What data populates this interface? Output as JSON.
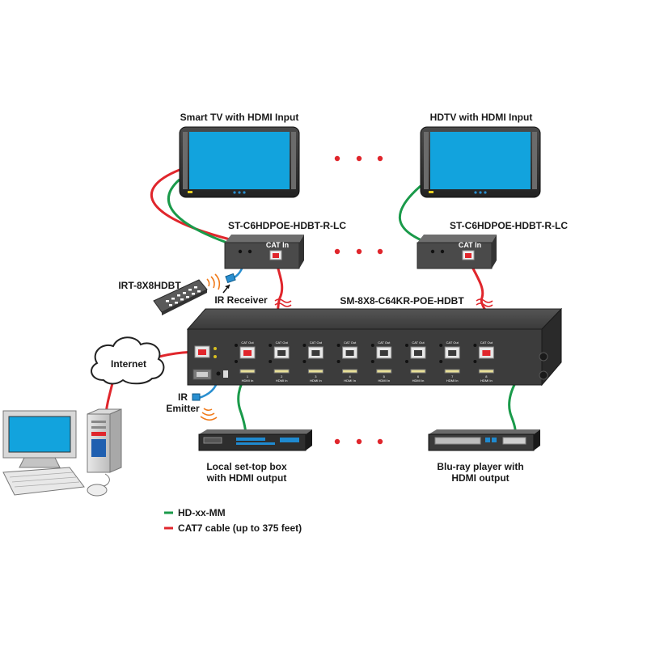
{
  "labels": {
    "smart_tv": "Smart TV with HDMI Input",
    "hdtv": "HDTV with HDMI Input",
    "receiver_left": "ST-C6HDPOE-HDBT-R-LC",
    "receiver_right": "ST-C6HDPOE-HDBT-R-LC",
    "cat_in": "CAT In",
    "remote": "IRT-8X8HDBT",
    "ir_receiver": "IR Receiver",
    "matrix": "SM-8X8-C64KR-POE-HDBT",
    "internet": "Internet",
    "ir_emitter_line1": "IR",
    "ir_emitter_line2": "Emitter",
    "settop_line1": "Local set-top box",
    "settop_line2": "with HDMI output",
    "bluray_line1": "Blu-ray player with",
    "bluray_line2": "HDMI output"
  },
  "ports": {
    "cat_out": "CAT Out",
    "hdmi_in": "HDMI In",
    "numbers": [
      "1",
      "2",
      "3",
      "4",
      "5",
      "6",
      "7",
      "8"
    ]
  },
  "legend": [
    {
      "label": "HD-xx-MM",
      "color": "#1a9a4a"
    },
    {
      "label": "CAT7 cable (up to 375 feet)",
      "color": "#e0262c"
    }
  ],
  "colors": {
    "green_cable": "#1a9a4a",
    "red_cable": "#e0262c",
    "ir_cable": "#2a8fd0",
    "screen_blue": "#12a3dd"
  }
}
